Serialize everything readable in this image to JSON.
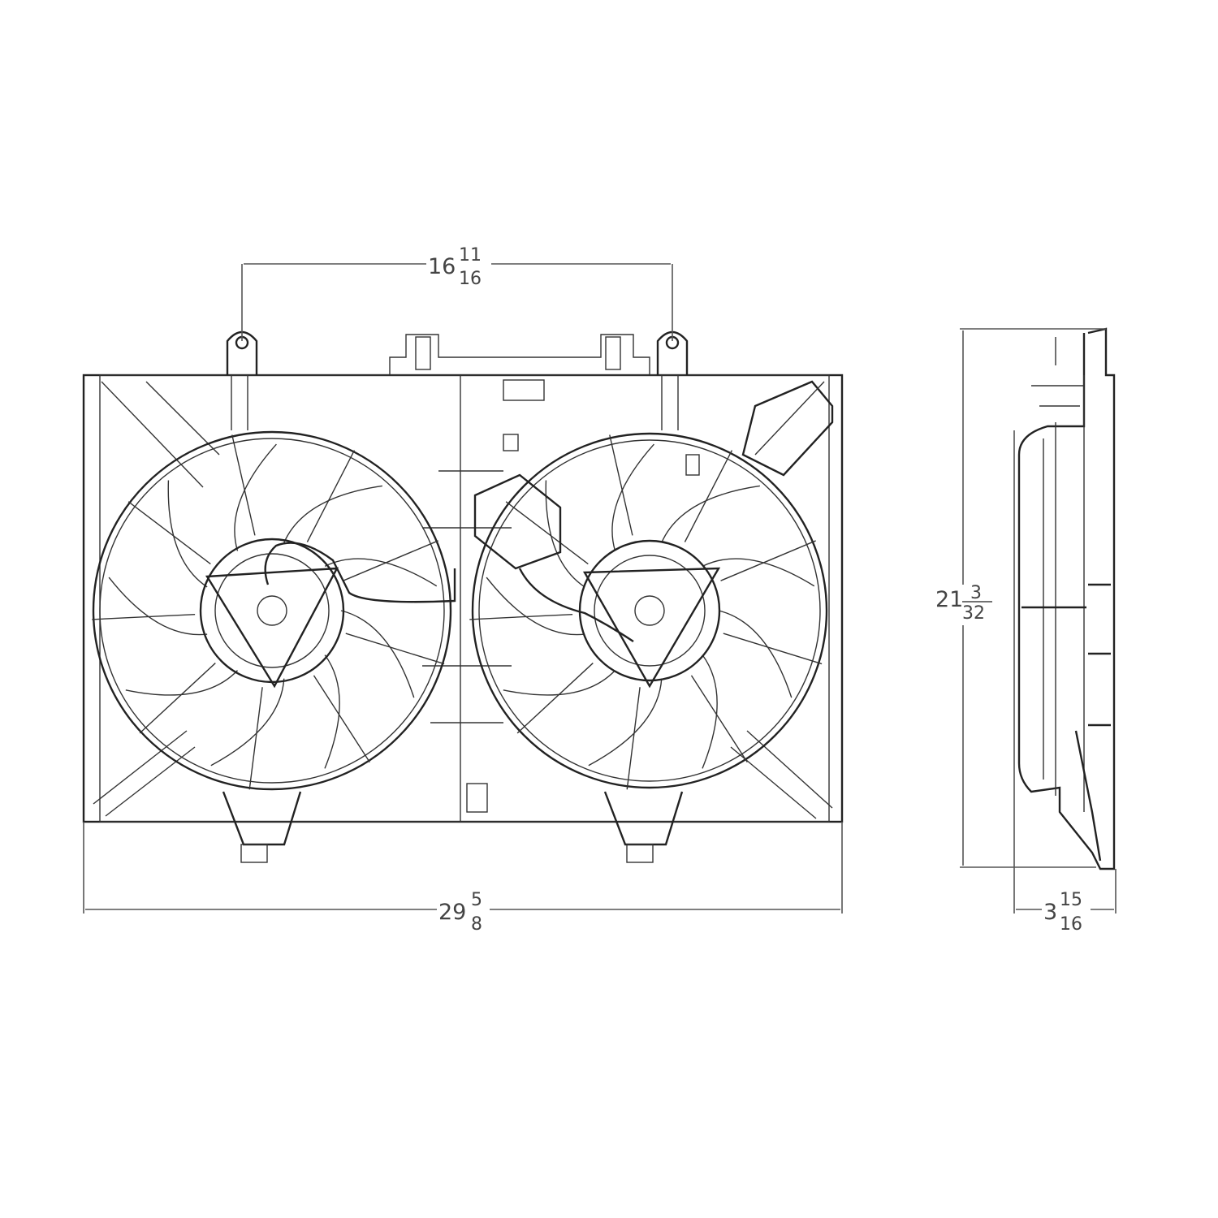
{
  "dimensions": {
    "mount_spacing": {
      "whole": "16",
      "numerator": "11",
      "denominator": "16"
    },
    "overall_width": {
      "whole": "29",
      "numerator": "5",
      "denominator": "8"
    },
    "overall_height": {
      "whole": "21",
      "numerator": "3",
      "denominator": "32"
    },
    "depth": {
      "whole": "3",
      "numerator": "15",
      "denominator": "16"
    }
  },
  "colors": {
    "line": "#222222",
    "dimension": "#555555",
    "background": "#ffffff"
  }
}
